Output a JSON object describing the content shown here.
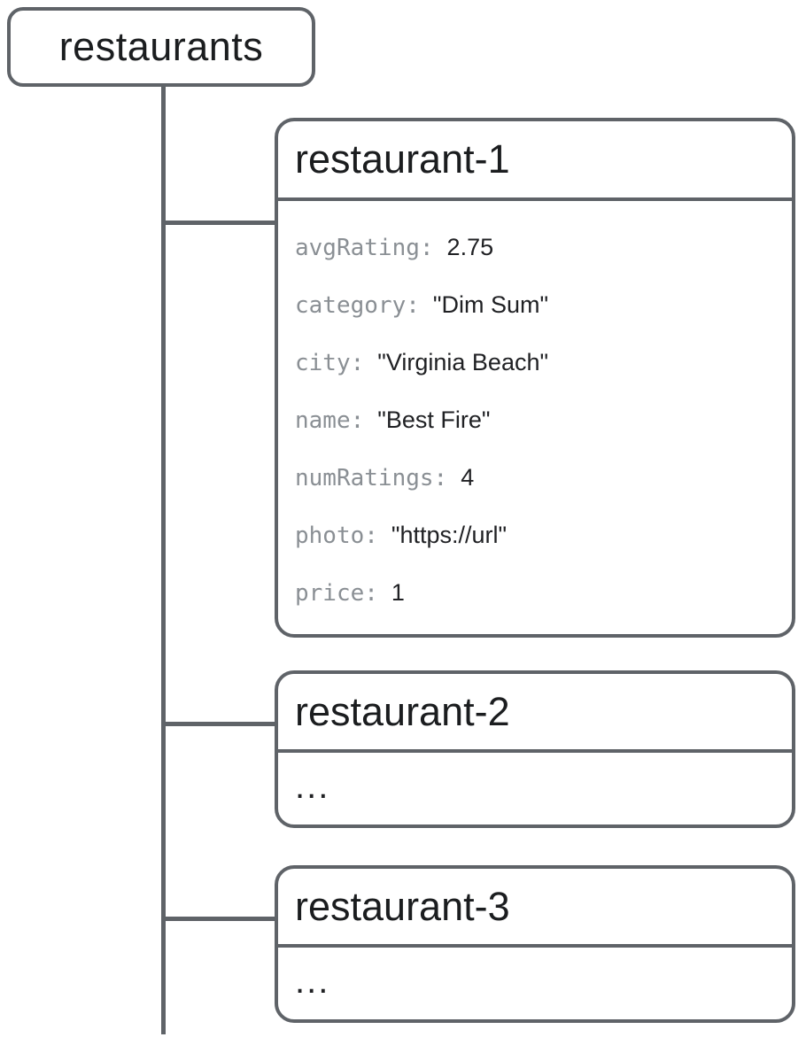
{
  "diagram": {
    "colors": {
      "line": "#5f6368",
      "title_text": "#1b1d1f",
      "key_text": "#8a8f94",
      "value_text": "#202124",
      "background": "#ffffff"
    },
    "root": {
      "label": "restaurants"
    },
    "children": [
      {
        "title": "restaurant-1",
        "fields": [
          {
            "key": "avgRating:",
            "value": "2.75"
          },
          {
            "key": "category:",
            "value": "\"Dim Sum\""
          },
          {
            "key": "city:",
            "value": "\"Virginia Beach\""
          },
          {
            "key": "name:",
            "value": "\"Best Fire\""
          },
          {
            "key": "numRatings:",
            "value": "4"
          },
          {
            "key": "photo:",
            "value": "\"https://url\""
          },
          {
            "key": "price:",
            "value": "1"
          }
        ]
      },
      {
        "title": "restaurant-2",
        "collapsed_indicator": "..."
      },
      {
        "title": "restaurant-3",
        "collapsed_indicator": "..."
      }
    ]
  }
}
